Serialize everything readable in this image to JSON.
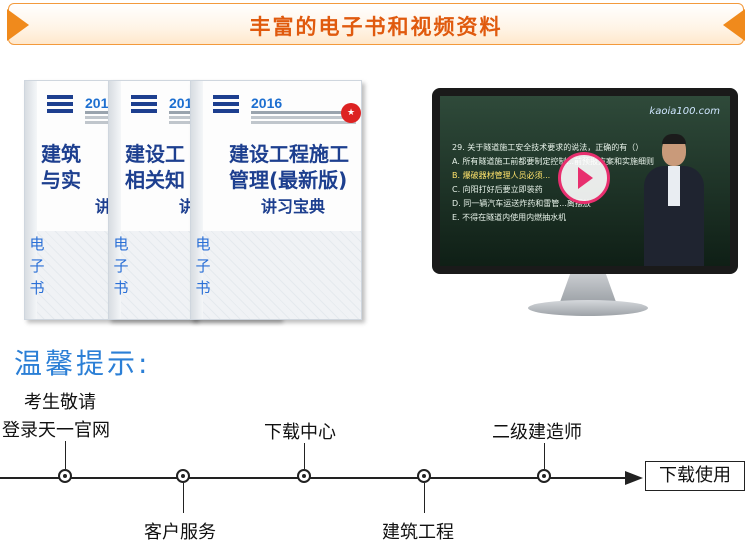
{
  "banner": {
    "title": "丰富的电子书和视频资料"
  },
  "books": [
    {
      "year": "2016",
      "title_line1": "建筑",
      "title_line2": "与实",
      "subtitle": "讲",
      "ebook": "电子书"
    },
    {
      "year": "2016",
      "title_line1": "建设工",
      "title_line2": "相关知",
      "subtitle": "讲",
      "ebook": "电子书"
    },
    {
      "year": "2016",
      "title_line1": "建设工程施工",
      "title_line2": "管理(最新版)",
      "subtitle": "讲习宝典",
      "ebook": "电子书"
    }
  ],
  "video": {
    "brand": "kaoia100.com",
    "question_lines": [
      "29. 关于隧道施工安全技术要求的说法，正确的有（）",
      "A. 所有隧道施工前都要制定控制...前预报方案和实施细则",
      "B. 爆破器材管理人员必须...",
      "C. 向阳打好后要立即装药",
      "D. 同一辆汽车运送炸药和雷管...离摆放",
      "E. 不得在隧道内使用内燃抽水机"
    ]
  },
  "tips": {
    "title": "温馨提示:"
  },
  "timeline": {
    "step1_line1": "考生敬请",
    "step1_line2": "登录天一官网",
    "step2": "客户服务",
    "step3": "下载中心",
    "step4": "建筑工程",
    "step5": "二级建造师",
    "final": "下载使用"
  }
}
